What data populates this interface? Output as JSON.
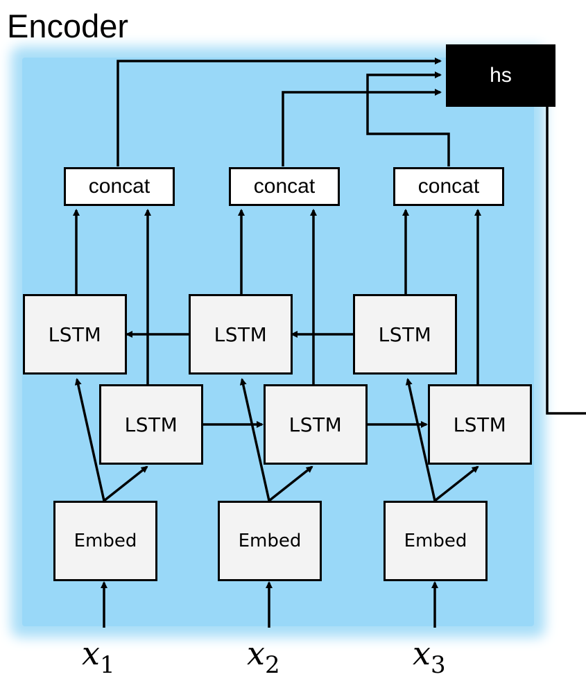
{
  "title": "Encoder",
  "hs_label": "hs",
  "concat_labels": [
    "concat",
    "concat",
    "concat"
  ],
  "lstm_top_labels": [
    "LSTM",
    "LSTM",
    "LSTM"
  ],
  "lstm_bottom_labels": [
    "LSTM",
    "LSTM",
    "LSTM"
  ],
  "embed_labels": [
    "Embed",
    "Embed",
    "Embed"
  ],
  "inputs": [
    {
      "var": "x",
      "sub": "1"
    },
    {
      "var": "x",
      "sub": "2"
    },
    {
      "var": "x",
      "sub": "3"
    }
  ],
  "colors": {
    "encoder_background": "#99d8f8",
    "box_fill": "#f3f3f3",
    "hs_fill": "#000000"
  }
}
